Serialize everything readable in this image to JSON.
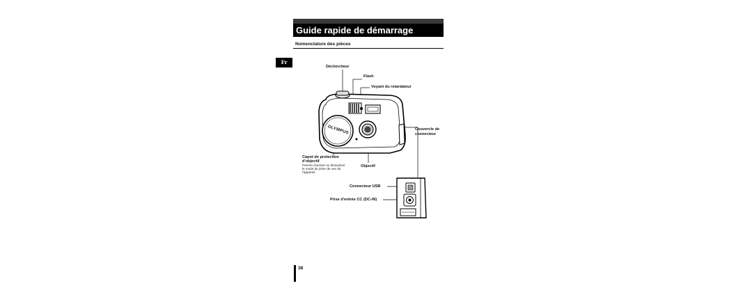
{
  "header": {
    "title": "Guide rapide de démarrage"
  },
  "section": {
    "title": "Nomenclature des pièces"
  },
  "lang_tab": "Fr",
  "camera": {
    "brand_logo": "OLYMPUS"
  },
  "labels": {
    "shutter": "Déclencheur",
    "flash": "Flash",
    "self_timer": "Voyant du retardateur",
    "connector_cover_line1": "Couvercle de",
    "connector_cover_line2": "connecteur",
    "lens_barrier_line1": "Capot de protection",
    "lens_barrier_line2": "d'objectif",
    "lens_barrier_desc_line1": "Permet d'activer ou désactiver",
    "lens_barrier_desc_line2": "le mode de prise de vue de",
    "lens_barrier_desc_line3": "l'appareil.",
    "lens": "Objectif",
    "usb": "Connecteur USB",
    "dc_in": "Prise d'entrée CC (DC-IN)"
  },
  "page_number": "38"
}
